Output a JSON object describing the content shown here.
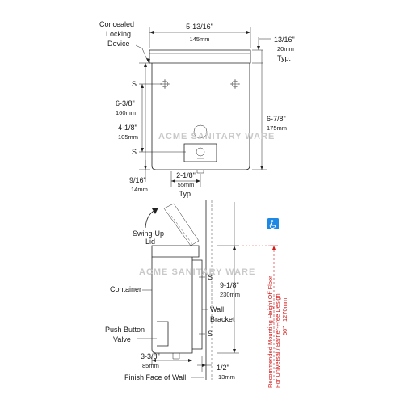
{
  "watermark": "ACME SANITARY WARE",
  "accent_color": "#d11a1a",
  "accessibility_color": "#1e88e5",
  "front_view": {
    "concealed_locking": [
      "Concealed",
      "Locking",
      "Device"
    ],
    "width_in": "5-13/16\"",
    "width_mm": "145mm",
    "lid_in": "13/16\"",
    "lid_mm": "20mm",
    "lid_typ": "Typ.",
    "height_in": "6-3/8\"",
    "height_mm": "160mm",
    "mid_in": "4-1/8\"",
    "mid_mm": "105mm",
    "total_in": "6-7/8\"",
    "total_mm": "175mm",
    "bottom_in": "9/16\"",
    "bottom_mm": "14mm",
    "valve_in": "2-1/8\"",
    "valve_mm": "55mm",
    "valve_typ": "Typ.",
    "s_mark": "S"
  },
  "side_view": {
    "swing_up": [
      "Swing-Up",
      "Lid"
    ],
    "container": "Container",
    "wall_bracket": [
      "Wall",
      "Bracket"
    ],
    "push_button": [
      "Push Button",
      "Valve"
    ],
    "height_in": "9-1/8\"",
    "height_mm": "230mm",
    "depth_in": "3-3/8\"",
    "depth_mm": "85mm",
    "gap_in": "1/2\"",
    "gap_mm": "13mm",
    "finish_face": "Finish Face of Wall",
    "s_mark": "S"
  },
  "mounting": {
    "line1": "Recommended Mounting Height Off Floor",
    "line2": "For Universal / Barrier-Free Design",
    "height_in": "50\"",
    "height_mm": "1270mm"
  }
}
